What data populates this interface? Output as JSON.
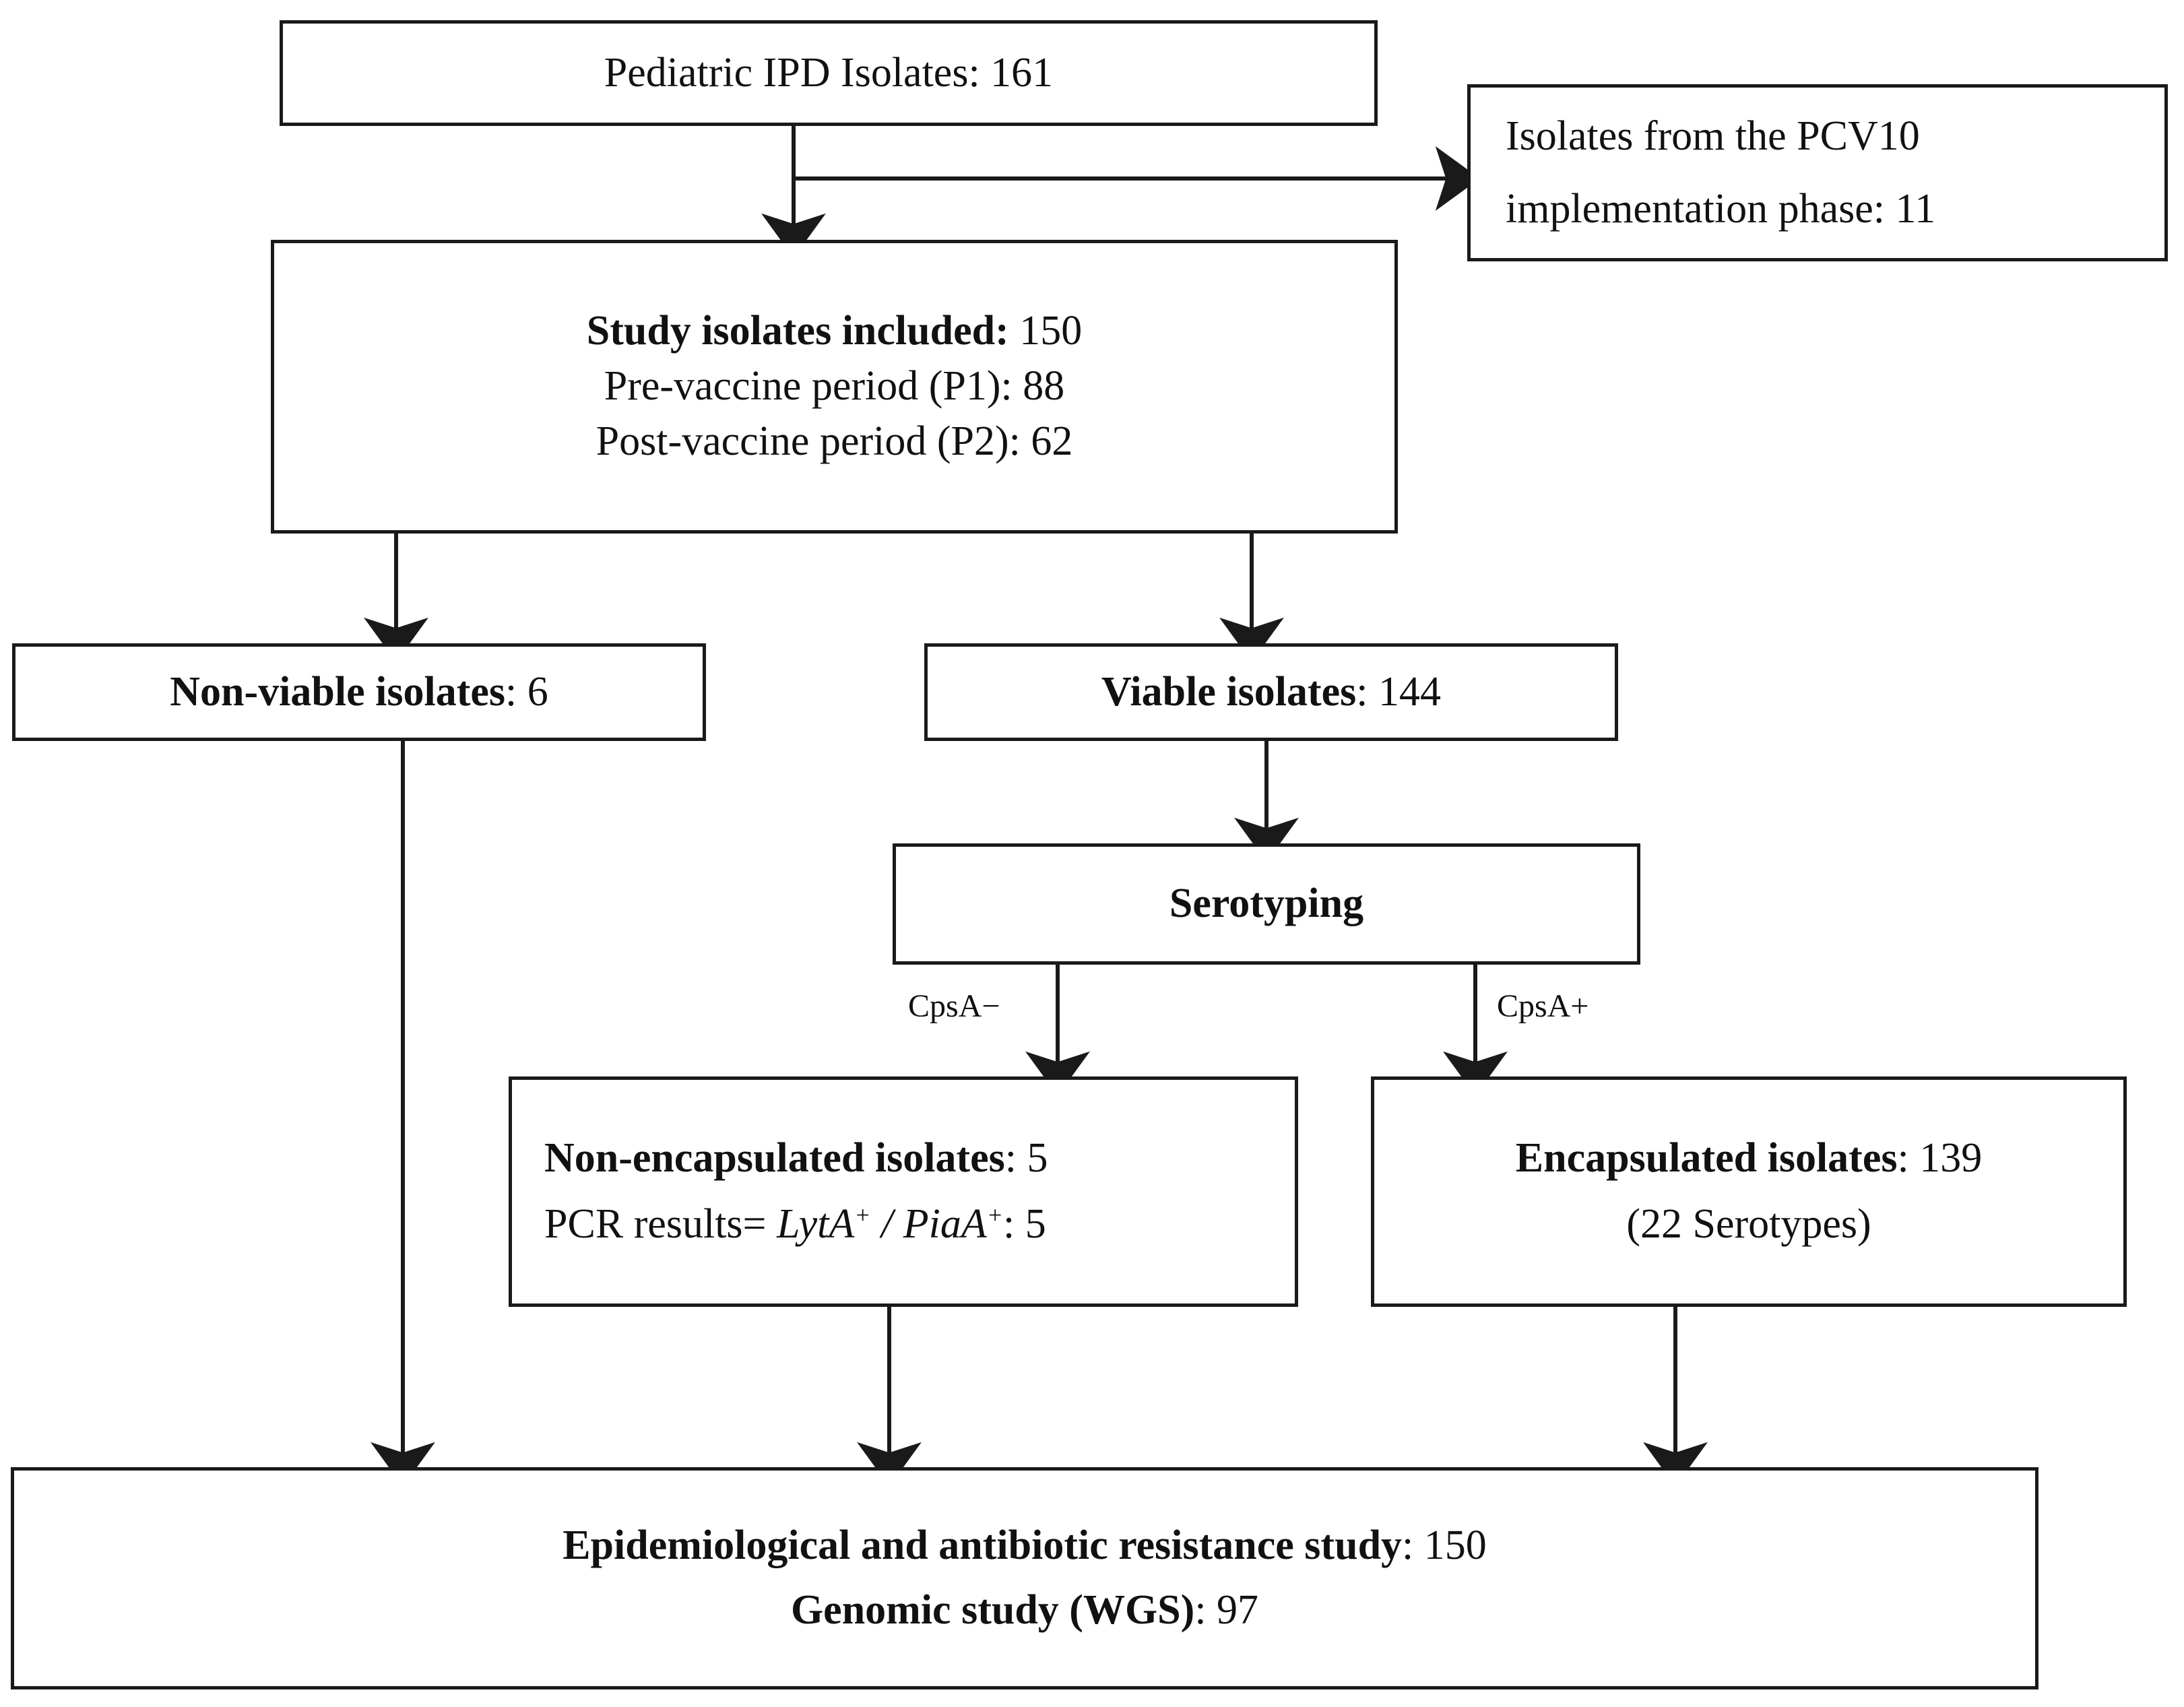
{
  "diagram": {
    "type": "flowchart",
    "title": "Pediatric IPD isolate study flow",
    "nodes": {
      "pediatric_isolates": {
        "lines": [
          {
            "bold": "",
            "regular": "Pediatric IPD Isolates: 161"
          }
        ]
      },
      "pcv10_excluded": {
        "lines": [
          {
            "bold": "",
            "regular": "Isolates from the PCV10"
          },
          {
            "bold": "",
            "regular": "implementation phase: 11"
          }
        ]
      },
      "study_included": {
        "lines": [
          {
            "bold": "Study isolates included:",
            "regular": " 150"
          },
          {
            "bold": "",
            "regular": "Pre-vaccine period (P1): 88"
          },
          {
            "bold": "",
            "regular": "Post-vaccine period (P2): 62"
          }
        ]
      },
      "non_viable": {
        "lines": [
          {
            "bold": "Non-viable isolates",
            "regular": ": 6"
          }
        ]
      },
      "viable": {
        "lines": [
          {
            "bold": "Viable isolates",
            "regular": ": 144"
          }
        ]
      },
      "serotyping": {
        "lines": [
          {
            "bold": "Serotyping",
            "regular": ""
          }
        ]
      },
      "non_encapsulated": {
        "lines": [
          {
            "bold": "Non-encapsulated isolates",
            "regular": ": 5"
          },
          {
            "pcr_prefix": "PCR results= ",
            "pcr_italic_1": "LytA",
            "pcr_sup_1": "+",
            "pcr_sep": " / ",
            "pcr_italic_2": "PiaA",
            "pcr_sup_2": "+",
            "pcr_suffix": ": 5"
          }
        ]
      },
      "encapsulated": {
        "lines": [
          {
            "bold": "Encapsulated isolates",
            "regular": ": 139"
          },
          {
            "bold": "",
            "regular": "(22 Serotypes)"
          }
        ]
      },
      "final_study": {
        "lines": [
          {
            "bold": "Epidemiological and antibiotic resistance study",
            "regular": ": 150"
          },
          {
            "bold": "Genomic study (WGS)",
            "regular": ": 97"
          }
        ]
      }
    },
    "edge_labels": {
      "cpsa_negative": "CpsA−",
      "cpsa_positive": "CpsA+"
    },
    "colors": {
      "stroke": "#1a1a1a",
      "text": "#111111",
      "background": "#ffffff"
    }
  }
}
